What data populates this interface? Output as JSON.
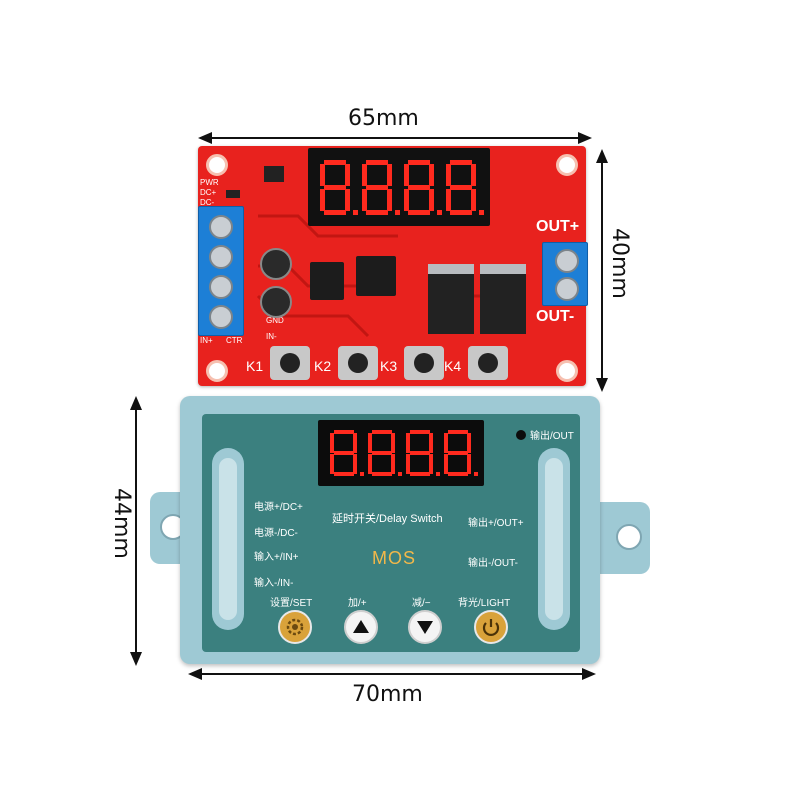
{
  "dimensions": {
    "pcb_width": "65mm",
    "pcb_height": "40mm",
    "case_width": "70mm",
    "case_height": "44mm"
  },
  "pcb": {
    "display": "8.8.8.8",
    "silk_pwr": "PWR",
    "silk_dc_plus": "DC+",
    "silk_dc_minus": "DC-",
    "silk_gnd": "GND",
    "silk_in_minus": "IN-",
    "silk_in_plus": "IN+",
    "silk_ctr": "CTR",
    "out_plus": "OUT+",
    "out_minus": "OUT-",
    "keys": [
      "K1",
      "K2",
      "K3",
      "K4"
    ]
  },
  "case": {
    "display": "8.8.8.8",
    "output_led": "输出/OUT",
    "power_plus": "电源+/DC+",
    "power_minus": "电源-/DC-",
    "input_plus": "输入+/IN+",
    "input_minus": "输入-/IN-",
    "delay_switch": "延时开关/Delay Switch",
    "output_plus": "输出+/OUT+",
    "output_minus": "输出-/OUT-",
    "brand": "MOS",
    "btn_set": "设置/SET",
    "btn_plus": "加/+",
    "btn_minus": "减/−",
    "btn_light": "背光/LIGHT"
  },
  "colors": {
    "pcb_red": "#e8221e",
    "terminal_blue": "#1d7fd6",
    "case_blue": "#9ec9d4",
    "panel_teal": "#3b807f",
    "segment_red": "#ff2a1e"
  }
}
